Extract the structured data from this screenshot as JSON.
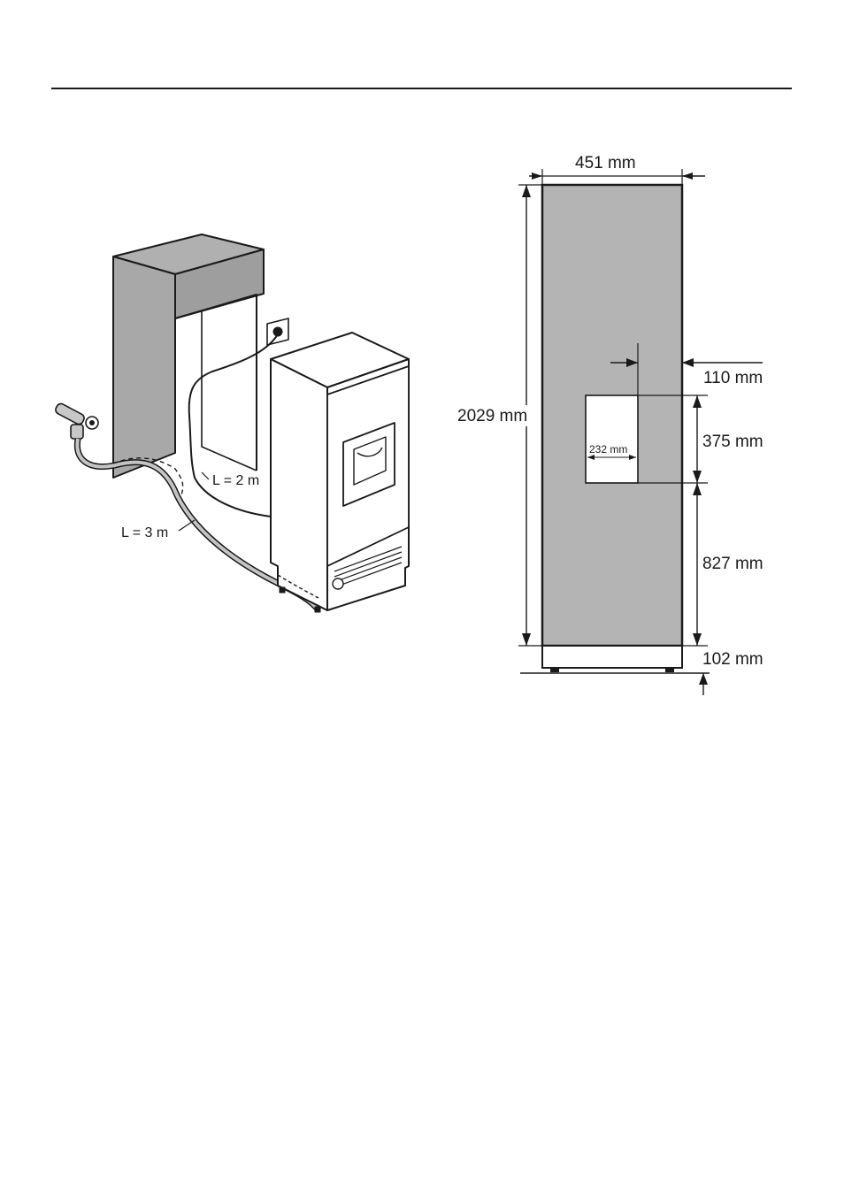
{
  "installation_illustration": {
    "water_hose_label": "L = 3 m",
    "power_cable_label": "L = 2 m"
  },
  "dimension_drawing": {
    "width": "451 mm",
    "height": "2029 mm",
    "niche_offset_from_side": "110 mm",
    "niche_width": "232 mm",
    "niche_height": "375 mm",
    "niche_height_above_base": "827 mm",
    "plinth_height": "102 mm"
  },
  "colors": {
    "line": "#1a1a1a",
    "panel_grey": "#b4b4b4",
    "cabinet_top": "#9a9a9a",
    "cabinet_side": "#a8a8a8",
    "background": "#ffffff"
  }
}
